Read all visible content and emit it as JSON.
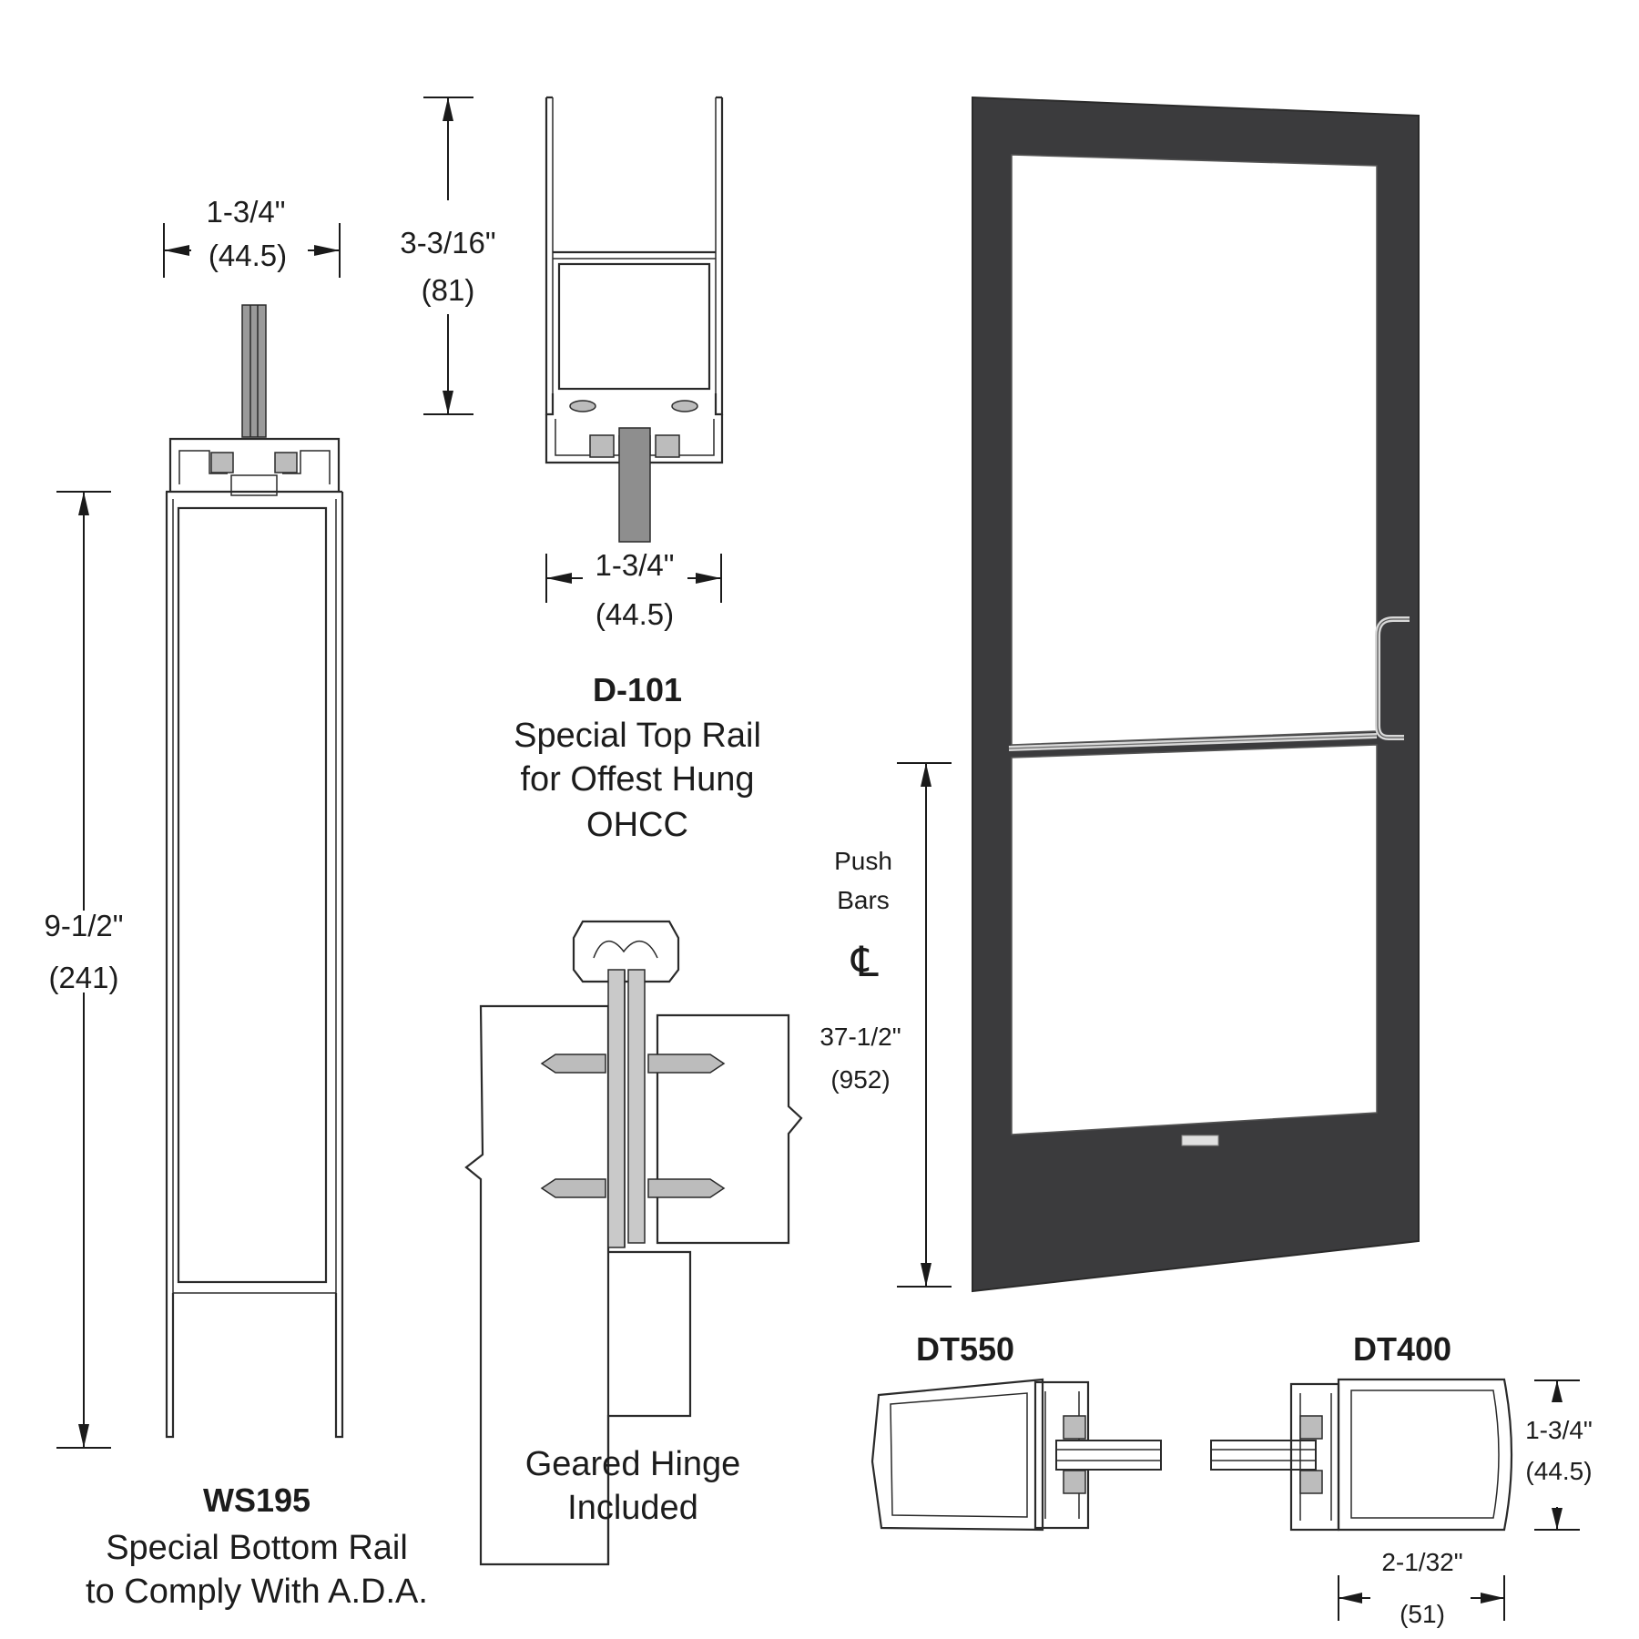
{
  "ws195": {
    "width_dim": "1-3/4\"",
    "width_metric": "(44.5)",
    "height_dim": "9-1/2\"",
    "height_metric": "(241)",
    "title": "WS195",
    "desc_line1": "Special Bottom Rail",
    "desc_line2": "to Comply With A.D.A."
  },
  "d101": {
    "height_dim": "3-3/16\"",
    "height_metric": "(81)",
    "width_dim": "1-3/4\"",
    "width_metric": "(44.5)",
    "title": "D-101",
    "desc_line1": "Special Top Rail",
    "desc_line2": "for Offest Hung",
    "desc_line3": "OHCC"
  },
  "hinge": {
    "desc_line1": "Geared Hinge",
    "desc_line2": "Included"
  },
  "door": {
    "push_label_1": "Push",
    "push_label_2": "Bars",
    "centerline_symbol": "℄",
    "height_dim": "37-1/2\"",
    "height_metric": "(952)",
    "frame_color": "#3b3b3d"
  },
  "dt550": {
    "title": "DT550"
  },
  "dt400": {
    "title": "DT400",
    "height_dim": "1-3/4\"",
    "height_metric": "(44.5)",
    "width_dim": "2-1/32\"",
    "width_metric": "(51)"
  }
}
